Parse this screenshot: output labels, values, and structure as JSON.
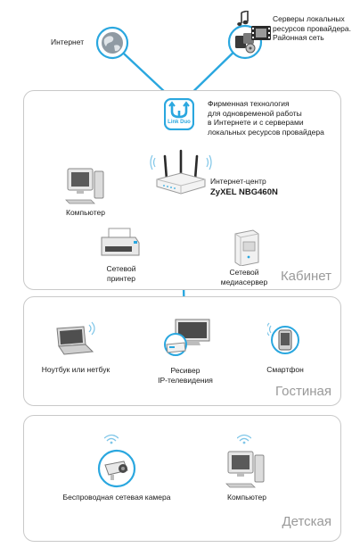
{
  "top": {
    "internet": {
      "label": "Интернет",
      "icon": "globe-icon"
    },
    "local_servers": {
      "lines": [
        "Серверы локальных",
        "ресурсов провайдера.",
        "Районная сеть"
      ],
      "icon": "media-resources-icon"
    }
  },
  "link_duo": {
    "badge": "Link Duo",
    "icon": "link-duo-icon",
    "description": [
      "Фирменная технология",
      "для одновременой работы",
      "в Интернете и с серверами",
      "локальных ресурсов провайдера"
    ]
  },
  "router": {
    "label_lines": [
      "Интернет-центр",
      "ZyXEL NBG460N"
    ],
    "icon": "router-icon"
  },
  "rooms": [
    {
      "name": "Кабинет",
      "devices": [
        {
          "label_lines": [
            "Компьютер"
          ],
          "icon": "desktop-computer-icon"
        },
        {
          "label_lines": [
            "Сетевой",
            "принтер"
          ],
          "icon": "printer-icon"
        },
        {
          "label_lines": [
            "Сетевой",
            "медиасервер"
          ],
          "icon": "media-server-icon"
        }
      ]
    },
    {
      "name": "Гостиная",
      "devices": [
        {
          "label_lines": [
            "Ноутбук или нетбук"
          ],
          "icon": "laptop-icon"
        },
        {
          "label_lines": [
            "Ресивер",
            "IP-телевидения"
          ],
          "icon": "iptv-receiver-icon"
        },
        {
          "label_lines": [
            "Смартфон"
          ],
          "icon": "smartphone-icon"
        }
      ]
    },
    {
      "name": "Детская",
      "devices": [
        {
          "label_lines": [
            "Беспроводная сетевая камера"
          ],
          "icon": "network-camera-icon"
        },
        {
          "label_lines": [
            "Компьютер"
          ],
          "icon": "desktop-computer-icon"
        }
      ]
    }
  ],
  "colors": {
    "link_line": "#2aa7df",
    "node_ring": "#2aa7df",
    "room_border": "#c9c9c9",
    "room_label": "#9a9a9a"
  }
}
